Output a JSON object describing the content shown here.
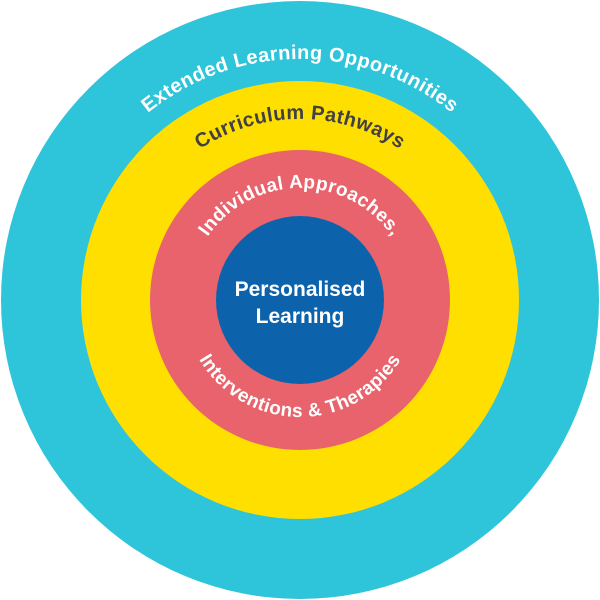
{
  "diagram": {
    "name": "personalised-learning-model",
    "background_color": "#ffffff",
    "rings": [
      {
        "id": "extended-learning-opportunities",
        "label": "Extended Learning Opportunities",
        "color": "#2ec4d9",
        "text_color": "#ffffff"
      },
      {
        "id": "curriculum-pathways",
        "label": "Curriculum Pathways",
        "color": "#ffdf00",
        "text_color": "#414042"
      },
      {
        "id": "individual-approaches-interventions",
        "label_top": "Individual Approaches,",
        "label_bottom": "Interventions & Therapies",
        "color": "#e9636c",
        "text_color": "#ffffff"
      },
      {
        "id": "personalised-learning",
        "label_line1": "Personalised",
        "label_line2": "Learning",
        "color": "#0c63ab",
        "text_color": "#ffffff"
      }
    ]
  }
}
